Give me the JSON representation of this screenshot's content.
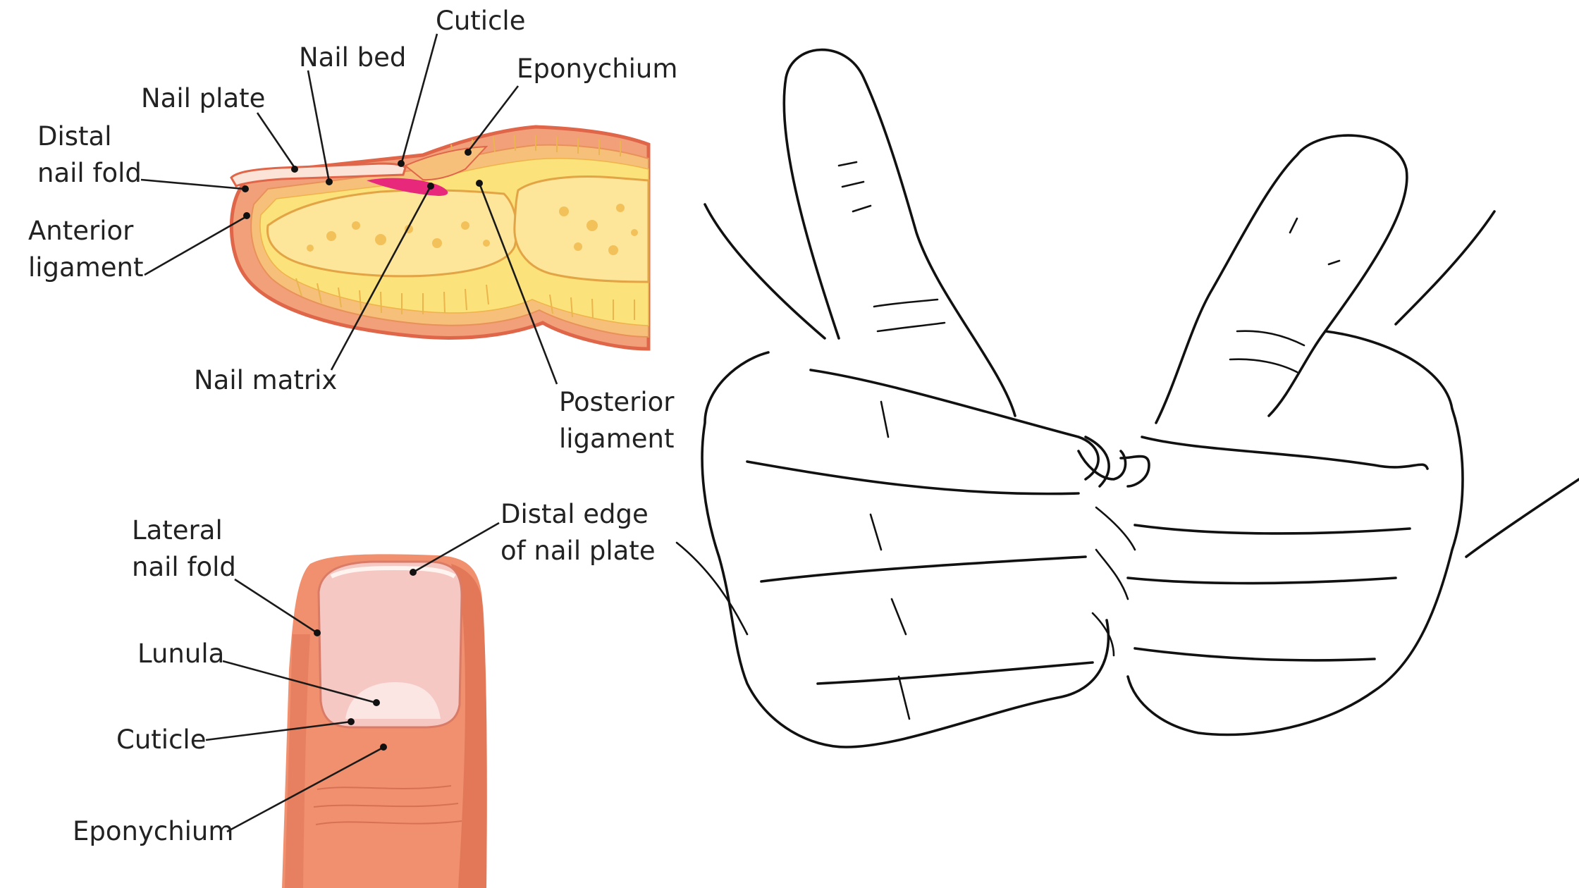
{
  "cross_section": {
    "labels": {
      "cuticle": "Cuticle",
      "nail_bed": "Nail bed",
      "eponychium": "Eponychium",
      "nail_plate": "Nail plate",
      "distal_nail_fold_line1": "Distal",
      "distal_nail_fold_line2": "nail fold",
      "anterior_ligament_line1": "Anterior",
      "anterior_ligament_line2": "ligament",
      "nail_matrix": "Nail matrix",
      "posterior_ligament_line1": "Posterior",
      "posterior_ligament_line2": "ligament"
    },
    "colors": {
      "skin_outline": "#e0664a",
      "skin_fill": "#f2a07a",
      "bone_fill": "#fbe27a",
      "marrow": "#f2c15a",
      "matrix": "#e8287a",
      "nail_plate": "#fbe3d8"
    }
  },
  "fingertip": {
    "labels": {
      "lateral_nail_fold_line1": "Lateral",
      "lateral_nail_fold_line2": "nail fold",
      "distal_edge_line1": "Distal edge",
      "distal_edge_line2": "of nail plate",
      "lunula": "Lunula",
      "cuticle": "Cuticle",
      "eponychium": "Eponychium"
    },
    "colors": {
      "finger_skin": "#f0906e",
      "finger_shadow": "#d9694a",
      "nail": "#f6c8c4",
      "lunula": "#fbe6e4"
    }
  },
  "hands_sketch": {
    "description_icon": "hands-thumbs-kissing-sketch",
    "line_color": "#111111"
  }
}
